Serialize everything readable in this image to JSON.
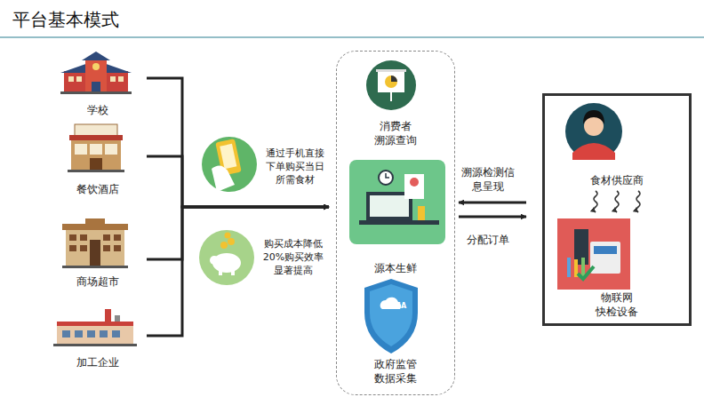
{
  "diagram": {
    "title": "平台基本模式",
    "nodes": [
      {
        "text": [
          "学校"
        ]
      },
      {
        "text": [
          "餐饮酒店"
        ]
      },
      {
        "text": [
          "商场超市"
        ]
      },
      {
        "text": [
          "加工企业"
        ]
      },
      {
        "text": []
      },
      {
        "text": [
          "消费者 溯源查询"
        ],
        "in": 4
      },
      {
        "text": [
          "源本生鲜"
        ],
        "in": 4
      },
      {
        "text": [
          "ZHSA",
          "政府监管 数据采集"
        ],
        "in": 4
      },
      {
        "text": []
      },
      {
        "text": [
          "食材供应商"
        ],
        "in": 8
      },
      {
        "text": [
          "物联网 快检设备"
        ],
        "in": 8
      }
    ],
    "edges": [
      {
        "from": 0,
        "to": 4,
        "arrow": "to"
      },
      {
        "from": 1,
        "to": 4,
        "arrow": "to"
      },
      {
        "from": 2,
        "to": 4,
        "arrow": "to"
      },
      {
        "from": 3,
        "to": 4,
        "arrow": "to"
      },
      {
        "from": 8,
        "to": 4,
        "label": "溯源检测信息呈现",
        "arrow": "to"
      },
      {
        "from": 4,
        "to": 8,
        "label": "分配订单",
        "arrow": "to"
      },
      {
        "from": 9,
        "to": 10,
        "arrow": "to"
      }
    ],
    "labels": [
      "通过手机直接下单购买当日所需食材",
      "购买成本降低20%购买效率显著提高"
    ]
  }
}
